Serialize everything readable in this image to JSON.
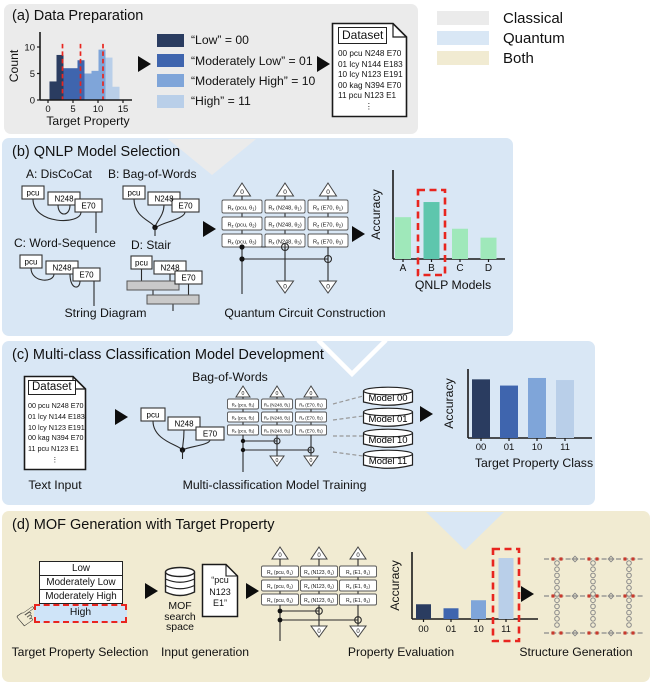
{
  "legend": {
    "items": [
      {
        "label": "Classical",
        "color": "#ebebeb"
      },
      {
        "label": "Quantum",
        "color": "#d9e7f5"
      },
      {
        "label": "Both",
        "color": "#f1ebd2"
      }
    ]
  },
  "dataset_doc": {
    "title": "Dataset",
    "lines": [
      "00 pcu N248 E70",
      "01 lcy N144 E183",
      "10 lcy N123 E191",
      "00 kag N394 E70",
      "11 pcu N123 E1",
      "⋮"
    ]
  },
  "panel_a": {
    "title": "(a) Data Preparation",
    "mapping": [
      {
        "label": "“Low” = 00",
        "color": "#2a3c60"
      },
      {
        "label": "“Moderately Low” = 01",
        "color": "#3f65ae"
      },
      {
        "label": "“Moderately High” = 10",
        "color": "#7fa5d9"
      },
      {
        "label": "“High” = 11",
        "color": "#b9cfe9"
      }
    ]
  },
  "panel_b": {
    "title": "(b) QNLP Model Selection",
    "words": [
      "pcu",
      "N248",
      "E70"
    ],
    "diagram_labels": {
      "a": "A: DisCoCat",
      "b": "B: Bag-of-Words",
      "c": "C: Word-Sequence",
      "d": "D: Stair"
    },
    "captions": {
      "left": "String Diagram",
      "middle": "Quantum Circuit Construction"
    },
    "circuit": {
      "columns": [
        "pcu",
        "N248",
        "E70"
      ],
      "rotations": [
        "x",
        "z",
        "x"
      ],
      "ket": "0"
    }
  },
  "panel_c": {
    "title": "(c) Multi-class Classification Model Development",
    "bag_label": "Bag-of-Words",
    "captions": {
      "left": "Text Input",
      "middle": "Multi-classification Model Training"
    },
    "models": [
      "Model 00",
      "Model 01",
      "Model 10",
      "Model 11"
    ],
    "circuit": {
      "columns": [
        "pcu",
        "N248",
        "E70"
      ],
      "rotations": [
        "x",
        "z",
        "x"
      ],
      "ket": "0"
    }
  },
  "panel_d": {
    "title": "(d) MOF Generation with Target Property",
    "hand_icon": "☞",
    "list": {
      "options": [
        "Low",
        "Moderately Low",
        "Moderately High"
      ],
      "selected": "High"
    },
    "db_label": [
      "MOF",
      "search",
      "space"
    ],
    "doc_lines": [
      "“pcu",
      "N123",
      "E1”"
    ],
    "captions": {
      "select": "Target Property Selection",
      "input": "Input generation",
      "eval": "Property Evaluation",
      "structure": "Structure Generation"
    },
    "circuit": {
      "columns": [
        "pcu",
        "N123",
        "E1"
      ],
      "rotations": [
        "x",
        "z",
        "x"
      ],
      "ket": "0"
    }
  },
  "chart_data": [
    {
      "id": "target-distribution",
      "type": "bar",
      "title": "",
      "xlabel": "Target Property",
      "ylabel": "Count",
      "xticks": [
        0,
        5,
        10,
        15
      ],
      "yticks": [
        0,
        5,
        10
      ],
      "xlim": [
        0,
        15.5
      ],
      "ylim": [
        0,
        11
      ],
      "bin_start": 0.3,
      "bin_width": 1.4,
      "counts": [
        3.5,
        8.5,
        6,
        6,
        7.5,
        5,
        5.5,
        9.5,
        8,
        2.5
      ],
      "bin_class": [
        0,
        0,
        1,
        1,
        1,
        2,
        2,
        2,
        3,
        3
      ],
      "class_labels": [
        "Low=00",
        "Moderately Low=01",
        "Moderately High=10",
        "High=11"
      ],
      "class_colors": [
        "#2a3c60",
        "#3f65ae",
        "#7fa5d9",
        "#b9cfe9"
      ],
      "dividers": [
        2.9,
        6.5,
        11
      ],
      "divider_color": "#e8251f"
    },
    {
      "id": "qnlp-model-accuracy",
      "type": "bar",
      "categories": [
        "A",
        "B",
        "C",
        "D"
      ],
      "values": [
        0.47,
        0.64,
        0.34,
        0.24
      ],
      "colors": [
        "#9fe8ba",
        "#5ec6ad",
        "#9fe8ba",
        "#9fe8ba"
      ],
      "xlabel": "QNLP Models",
      "ylabel": "Accuracy",
      "ylim": [
        0,
        1
      ],
      "highlight": "B",
      "highlight_color": "#e8251f"
    },
    {
      "id": "multiclass-accuracy",
      "type": "bar",
      "categories": [
        "00",
        "01",
        "10",
        "11"
      ],
      "values": [
        0.85,
        0.76,
        0.87,
        0.84
      ],
      "colors": [
        "#2a3c60",
        "#3f65ae",
        "#7fa5d9",
        "#b9cfe9"
      ],
      "xlabel": "Target Property Class",
      "ylabel": "Accuracy",
      "ylim": [
        0,
        1
      ]
    },
    {
      "id": "property-evaluation",
      "type": "bar",
      "categories": [
        "00",
        "01",
        "10",
        "11"
      ],
      "values": [
        0.22,
        0.16,
        0.28,
        0.91
      ],
      "colors": [
        "#2a3c60",
        "#3f65ae",
        "#7fa5d9",
        "#b9cfe9"
      ],
      "xlabel": "",
      "ylabel": "Accuracy",
      "ylim": [
        0,
        1
      ],
      "highlight": "11",
      "highlight_color": "#e8251f"
    }
  ]
}
